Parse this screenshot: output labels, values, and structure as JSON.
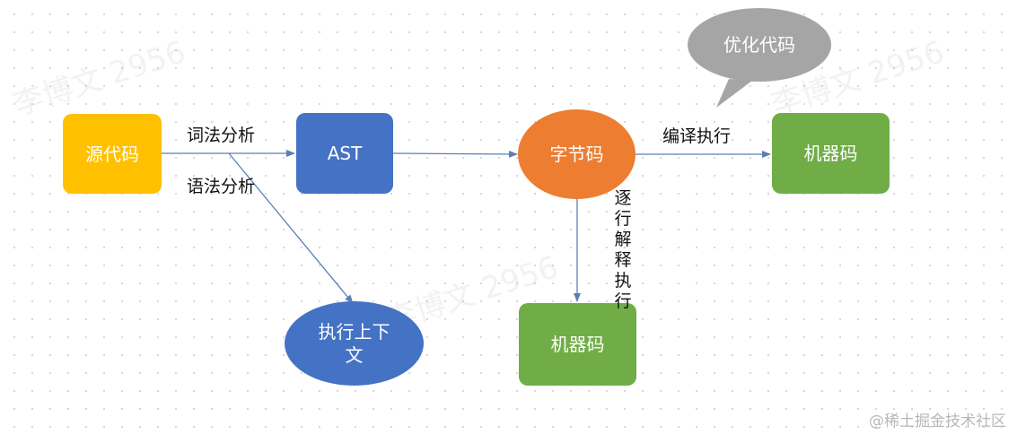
{
  "nodes": {
    "source_code": {
      "label": "源代码",
      "color": "#FFC000"
    },
    "ast": {
      "label": "AST",
      "color": "#4472C4"
    },
    "bytecode": {
      "label": "字节码",
      "color": "#ED7D31"
    },
    "machine_code_right": {
      "label": "机器码",
      "color": "#70AD47"
    },
    "machine_code_bottom": {
      "label": "机器码",
      "color": "#70AD47"
    },
    "execution_context": {
      "label": "执行上下文",
      "color": "#4472C4"
    },
    "optimize_bubble": {
      "label": "优化代码",
      "color": "#A5A5A5"
    }
  },
  "edges": {
    "lexical": "词法分析",
    "syntax": "语法分析",
    "compile_exec": "编译执行",
    "interpret": "逐行解释执行"
  },
  "watermark": "李博文 2956",
  "footer": "@稀土掘金技术社区",
  "colors": {
    "arrow": "#5B7FB5"
  }
}
